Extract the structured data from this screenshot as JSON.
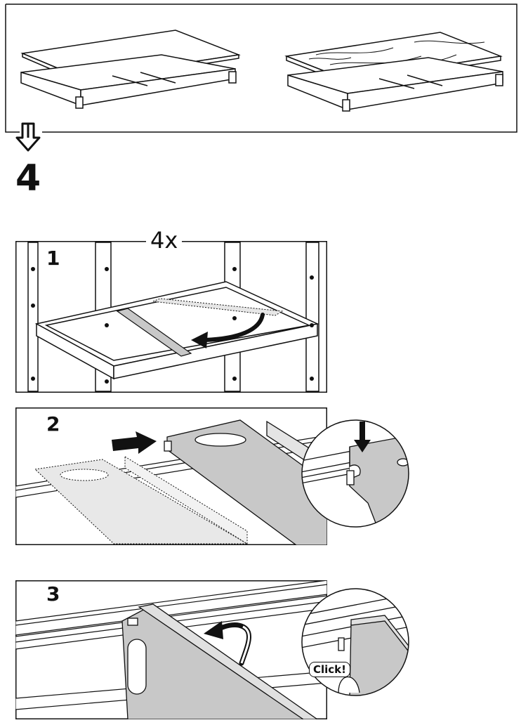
{
  "step": {
    "number": "4",
    "quantity": "4x"
  },
  "panels": [
    {
      "id": "1",
      "label": "1"
    },
    {
      "id": "2",
      "label": "2"
    },
    {
      "id": "3",
      "label": "3",
      "callout_text": "Click!"
    }
  ],
  "colors": {
    "line": "#111111",
    "part_fill": "#c8c8c8",
    "background": "#ffffff"
  },
  "icons": [
    "arrow-down-icon",
    "arrow-right-icon",
    "curved-arrow-icon",
    "zoom-callout-icon"
  ]
}
